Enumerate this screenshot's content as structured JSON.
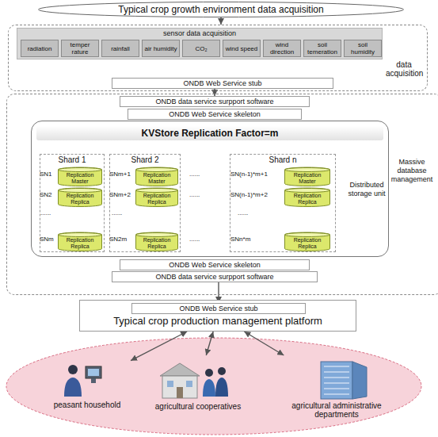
{
  "diagram": {
    "nodes": [
      {
        "text": [
          "Typical crop growth environment data acquisition"
        ]
      },
      {
        "text": [
          "data acquisition"
        ]
      },
      {
        "text": [
          "sensor data acquisition"
        ],
        "in": 1
      },
      {
        "text": [
          "radiation"
        ],
        "in": 2
      },
      {
        "text": [
          "temper rature"
        ],
        "in": 2
      },
      {
        "text": [
          "rainfall"
        ],
        "in": 2
      },
      {
        "text": [
          "air humidity"
        ],
        "in": 2
      },
      {
        "text": [
          "CO₂"
        ],
        "in": 2
      },
      {
        "text": [
          "wind speed"
        ],
        "in": 2
      },
      {
        "text": [
          "wind direction"
        ],
        "in": 2
      },
      {
        "text": [
          "soil temeration"
        ],
        "in": 2
      },
      {
        "text": [
          "soil humidity"
        ],
        "in": 2
      },
      {
        "text": [
          "ONDB Web Service stub"
        ],
        "in": 1
      },
      {
        "text": [
          "Massive database management"
        ]
      },
      {
        "text": [
          "ONDB data service surpport software"
        ],
        "in": 13
      },
      {
        "text": [
          "ONDB Web Service skeleton"
        ],
        "in": 13
      },
      {
        "text": [
          "KVStore Replication Factor=m"
        ],
        "in": 13
      },
      {
        "text": [
          "Shard 1"
        ],
        "in": 16
      },
      {
        "text": [
          "Replication Master"
        ],
        "in": 17
      },
      {
        "text": [
          "Replication Replica"
        ],
        "in": 17
      },
      {
        "text": [
          "Replication Replica"
        ],
        "in": 17
      },
      {
        "text": [
          "Shard 2"
        ],
        "in": 16
      },
      {
        "text": [
          "Replication Master"
        ],
        "in": 21
      },
      {
        "text": [
          "Replication Replica"
        ],
        "in": 21
      },
      {
        "text": [
          "Replication Replica"
        ],
        "in": 21
      },
      {
        "text": [
          "Shard n"
        ],
        "in": 16
      },
      {
        "text": [
          "Replication Master"
        ],
        "in": 25
      },
      {
        "text": [
          "Replication Replica"
        ],
        "in": 25
      },
      {
        "text": [
          "Replication Replica"
        ],
        "in": 25
      },
      {
        "text": [
          "ONDB Web Service skeleton"
        ],
        "in": 13
      },
      {
        "text": [
          "ONDB data service surpport software"
        ],
        "in": 13
      },
      {
        "text": [
          "Typical crop production management platform"
        ]
      },
      {
        "text": [
          "ONDB Web Service stub"
        ],
        "in": 31
      },
      {
        "text": [
          "peasant household"
        ]
      },
      {
        "text": [
          "agricultural cooperatives"
        ]
      },
      {
        "text": [
          "agricultural administrative departments"
        ]
      }
    ],
    "edges": [
      {
        "from": 0,
        "to": 1,
        "arrow": "to"
      },
      {
        "from": 12,
        "to": 14,
        "arrow": "to"
      },
      {
        "from": 30,
        "to": 32,
        "arrow": "to"
      },
      {
        "from": 31,
        "to": 33,
        "arrow": "both"
      },
      {
        "from": 31,
        "to": 34,
        "arrow": "both"
      },
      {
        "from": 31,
        "to": 35,
        "arrow": "both"
      }
    ],
    "labels": [
      "Distributed storage unit",
      "SN1",
      "SN2",
      "......",
      "SNm",
      "SNm+1",
      "SNm+2",
      "......",
      "SN2m",
      "......",
      "......",
      "......",
      "SN(n-1)*m+1",
      "SN(n-1)*m+2",
      "......",
      "SNn*m"
    ]
  }
}
